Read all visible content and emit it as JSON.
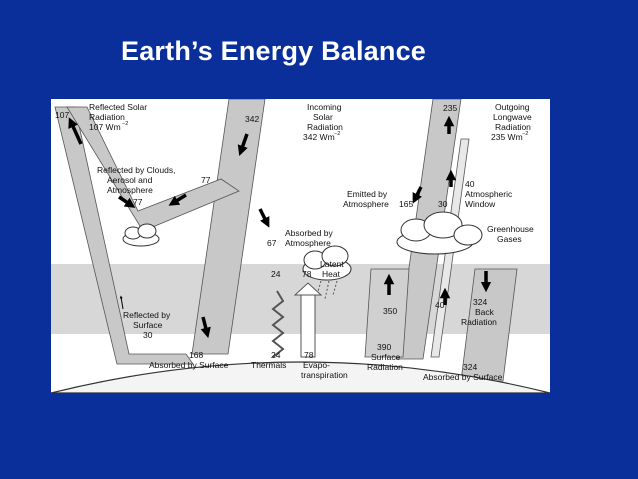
{
  "title": "Earth’s Energy Balance",
  "labels": {
    "reflected_solar_1": "Reflected Solar",
    "reflected_solar_2": "Radiation",
    "reflected_solar_3": "107 Wm",
    "value_107": "107",
    "value_342_top": "342",
    "incoming_1": "Incoming",
    "incoming_2": "Solar",
    "incoming_3": "Radiation",
    "incoming_4": "342 Wm",
    "value_235": "235",
    "outgoing_1": "Outgoing",
    "outgoing_2": "Longwave",
    "outgoing_3": "Radiation",
    "outgoing_4": "235 Wm",
    "reflected_clouds_1": "Reflected by Clouds,",
    "reflected_clouds_2": "Aerosol and",
    "reflected_clouds_3": "Atmosphere",
    "value_77_a": "77",
    "value_77_b": "77",
    "emitted_1": "Emitted by",
    "emitted_2": "Atmosphere",
    "value_165": "165",
    "value_30_window": "30",
    "value_40_top": "40",
    "window_1": "Atmospheric",
    "window_2": "Window",
    "absorbed_atm_1": "Absorbed by",
    "absorbed_atm_2": "Atmosphere",
    "value_67": "67",
    "greenhouse_1": "Greenhouse",
    "greenhouse_2": "Gases",
    "value_24_top": "24",
    "value_78_top": "78",
    "latent_1": "Latent",
    "latent_2": "Heat",
    "reflected_surface_1": "Reflected by",
    "reflected_surface_2": "Surface",
    "value_30_surface": "30",
    "value_350": "350",
    "value_40_mid": "40",
    "value_324_right": "324",
    "back_1": "Back",
    "back_2": "Radiation",
    "value_168": "168",
    "absorbed_surface_left": "Absorbed by Surface",
    "value_24_bottom": "24",
    "thermals": "Thermals",
    "value_78_bottom": "78",
    "evapo_1": "Evapo-",
    "evapo_2": "transpiration",
    "value_390": "390",
    "surface_1": "Surface",
    "surface_2": "Radiation",
    "value_324_bottom": "324",
    "absorbed_surface_right": "Absorbed by Surface",
    "unit_exp": "−2"
  }
}
